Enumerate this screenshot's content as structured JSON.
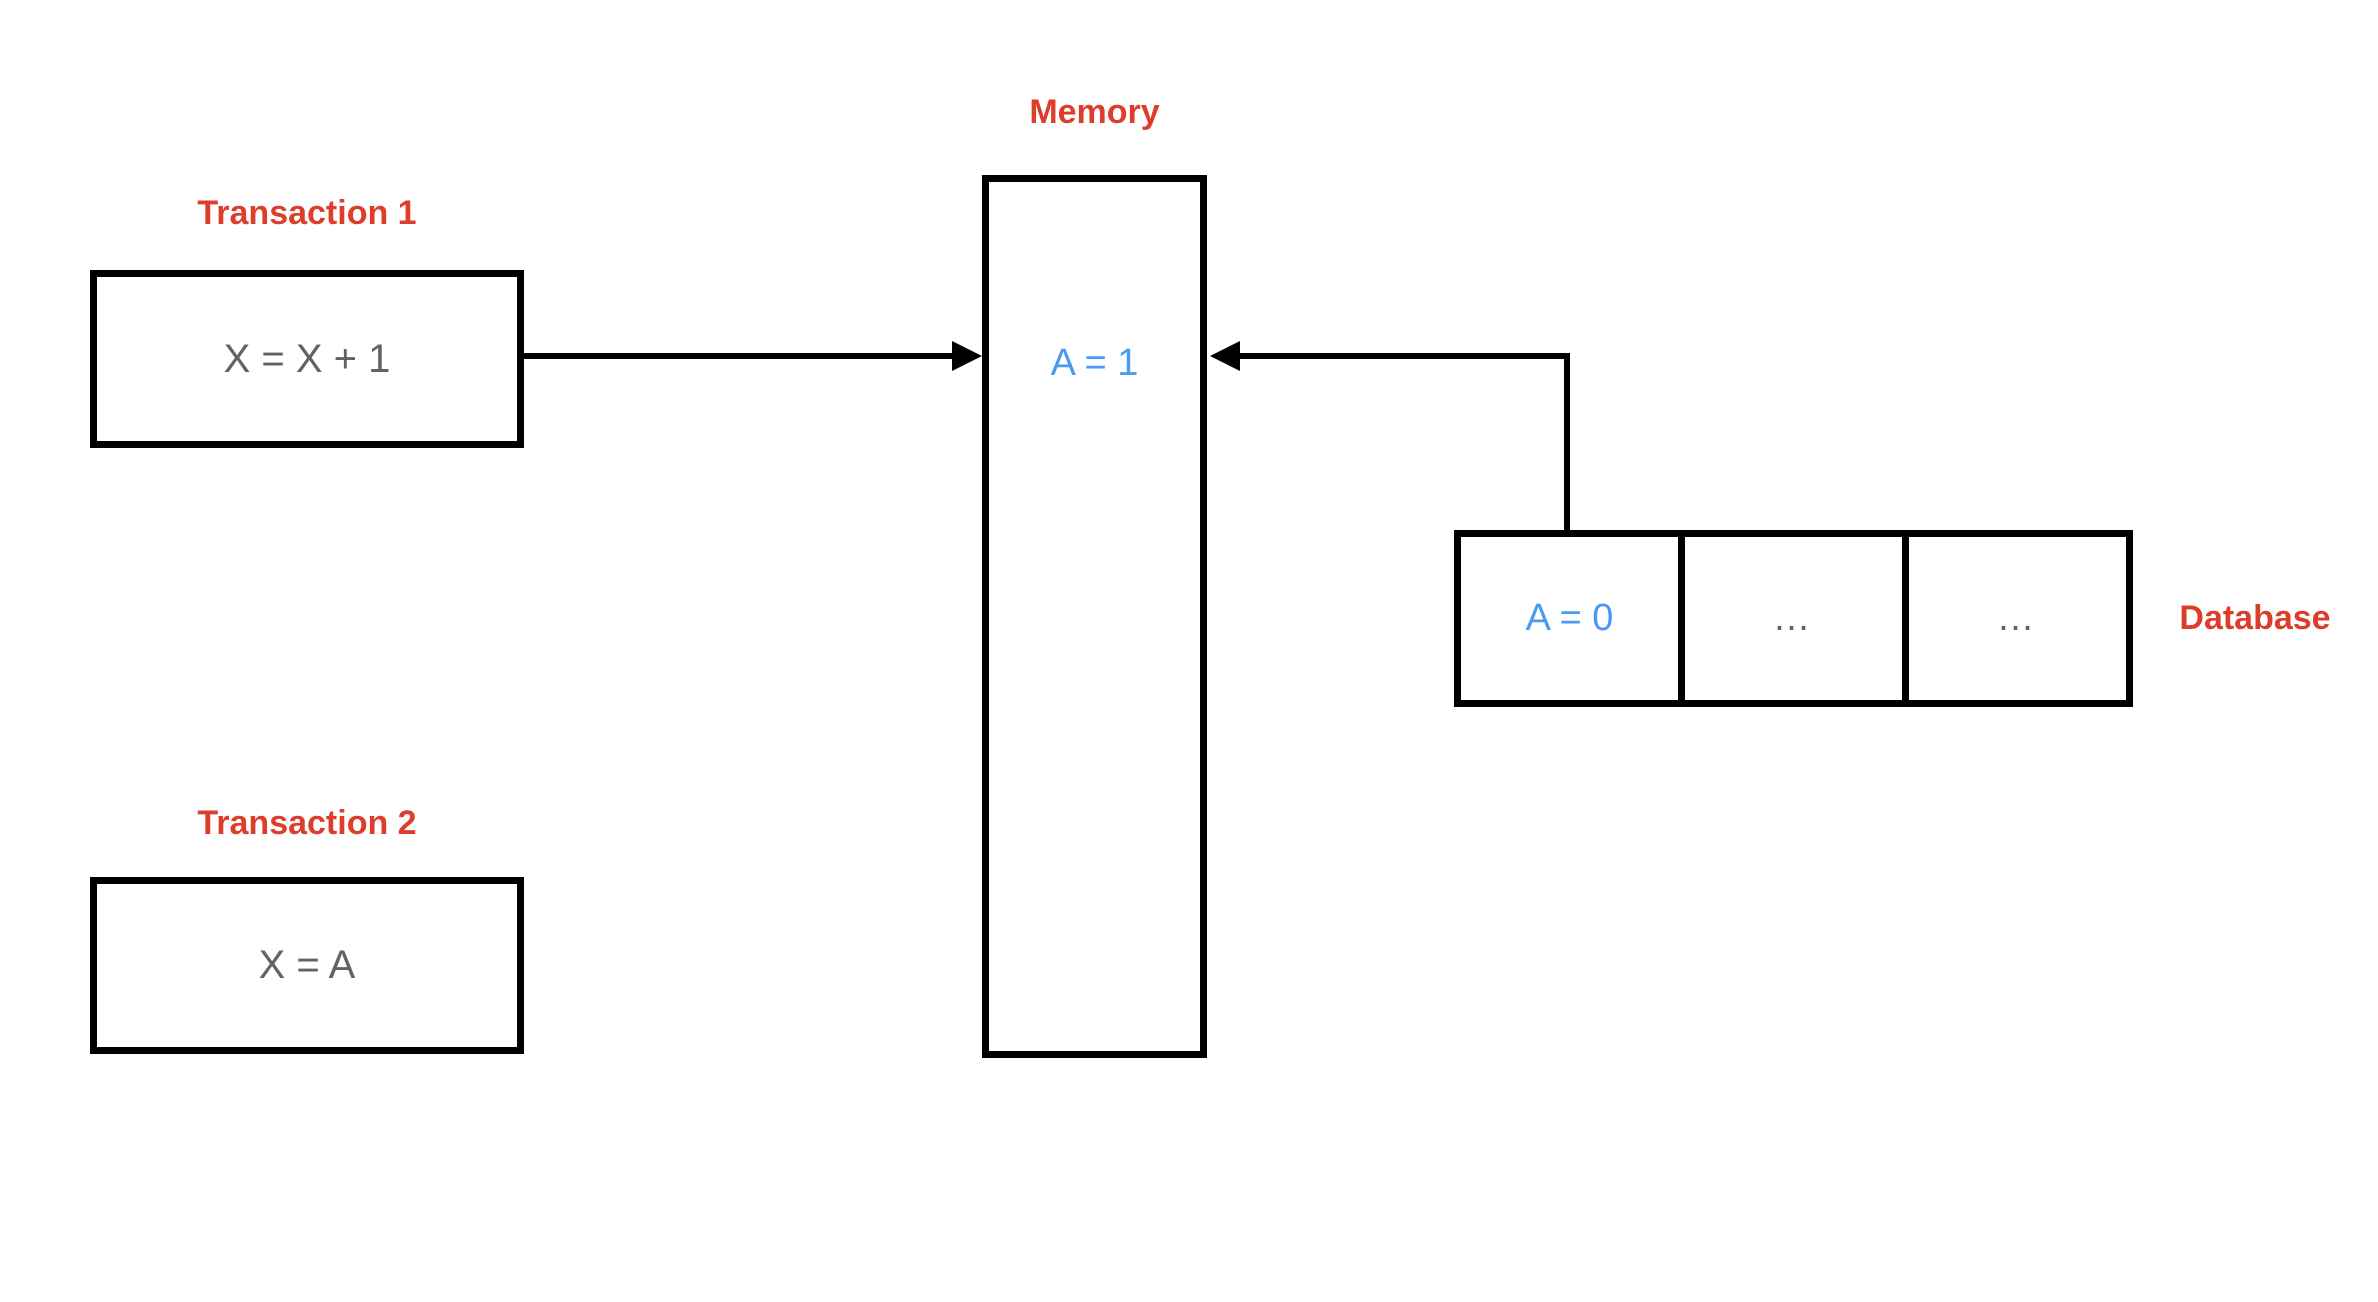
{
  "diagram": {
    "title_context": "transactions-memory-database diagram",
    "memory": {
      "label": "Memory",
      "value": "A = 1"
    },
    "transaction1": {
      "label": "Transaction 1",
      "value": "X = X + 1"
    },
    "transaction2": {
      "label": "Transaction 2",
      "value": "X = A"
    },
    "database": {
      "label": "Database",
      "cells": [
        "A = 0",
        "…",
        "…"
      ]
    },
    "connections": [
      {
        "from": "transaction1",
        "to": "memory",
        "style": "solid-arrow"
      },
      {
        "from": "database-cell-0",
        "to": "memory",
        "style": "solid-elbow-arrow"
      }
    ],
    "colors": {
      "label_red": "#dd3e2b",
      "value_blue": "#4a9af0",
      "value_gray": "#5f6368",
      "line_black": "#000000",
      "background": "#ffffff"
    }
  }
}
